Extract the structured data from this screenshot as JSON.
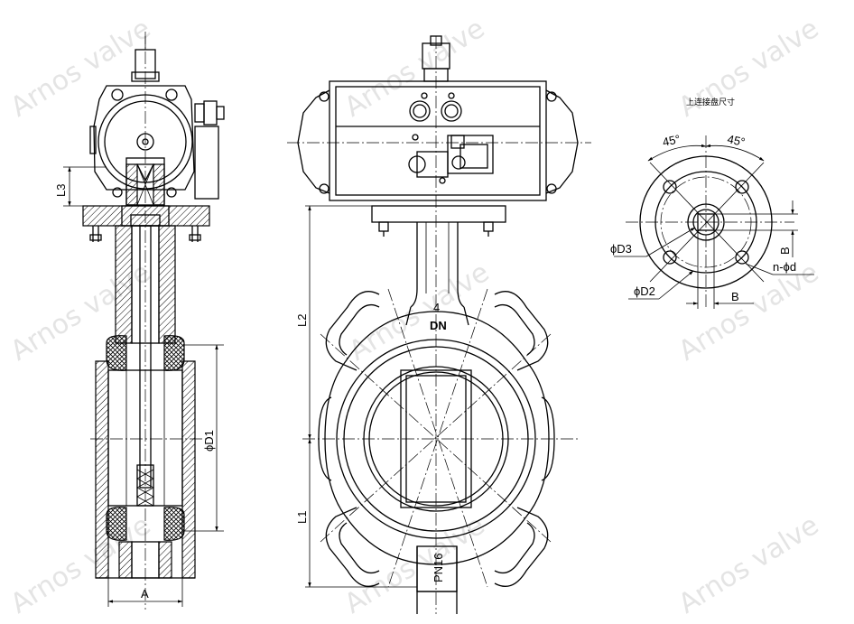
{
  "watermark": "Arnos valve",
  "side_view": {
    "labels": {
      "l3": "L3",
      "d1": "ϕD1",
      "a": "A"
    }
  },
  "front_view": {
    "labels": {
      "l2": "L2",
      "l1": "L1",
      "dn": "DN",
      "pn": "PN16",
      "flow_mark": "4"
    }
  },
  "flange_detail": {
    "title": "上连接盘尺寸",
    "labels": {
      "angle_left": "45°",
      "angle_right": "45°",
      "d3": "ϕD3",
      "d2": "ϕD2",
      "bolt_holes": "n-ϕd",
      "b_horizontal": "B",
      "b_vertical": "B"
    }
  }
}
